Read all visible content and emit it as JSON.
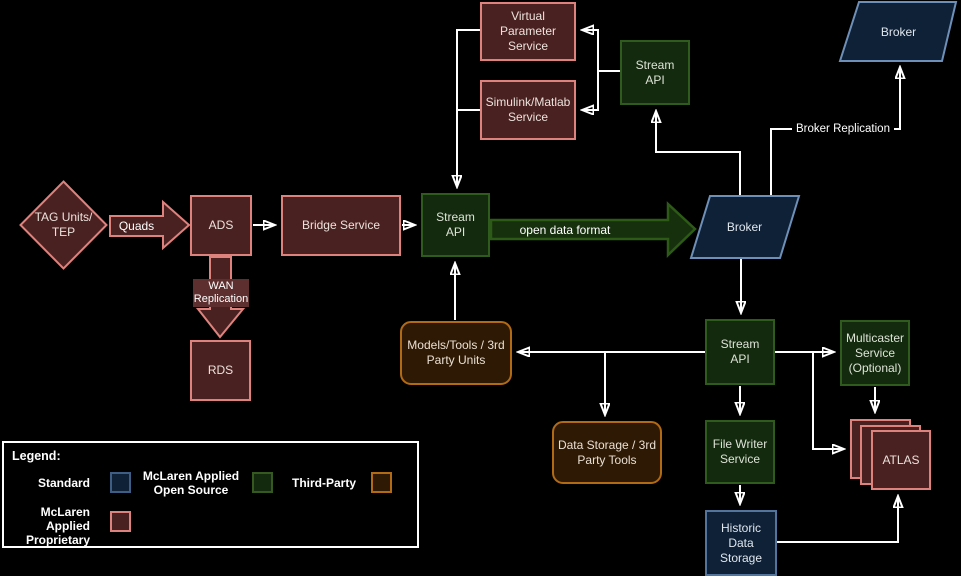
{
  "palette": {
    "background": "#000000",
    "connector": "#FFFFFF",
    "mclaren_proprietary_fill": "#4A2121",
    "mclaren_proprietary_border": "#DE827D",
    "open_source_fill": "#132A0E",
    "open_source_border": "#2F5B1C",
    "standard_fill": "#0F2136",
    "standard_border": "#6E90B8",
    "third_party_fill": "#2E1A04",
    "third_party_border": "#B26A14",
    "open_data_arrow_fill": "#16300D",
    "open_data_arrow_border": "#2D5A17",
    "wan_label_background": "#5D2F2F"
  },
  "nodes": {
    "tag_units_tep": {
      "label": "TAG Units/\nTEP"
    },
    "ads": {
      "label": "ADS"
    },
    "rds": {
      "label": "RDS"
    },
    "bridge_service": {
      "label": "Bridge Service"
    },
    "stream_api_main": {
      "label": "Stream\nAPI"
    },
    "virtual_parameter_service": {
      "label": "Virtual\nParameter\nService"
    },
    "simulink_matlab_service": {
      "label": "Simulink/Matlab\nService"
    },
    "stream_api_top": {
      "label": "Stream\nAPI"
    },
    "broker_top": {
      "label": "Broker"
    },
    "broker_main": {
      "label": "Broker"
    },
    "stream_api_right": {
      "label": "Stream\nAPI"
    },
    "multicaster_service": {
      "label": "Multicaster\nService\n(Optional)"
    },
    "models_tools": {
      "label": "Models/Tools / 3rd\nParty Units"
    },
    "data_storage": {
      "label": "Data Storage / 3rd\nParty Tools"
    },
    "file_writer_service": {
      "label": "File Writer\nService"
    },
    "historic_data_storage": {
      "label": "Historic\nData\nStorage"
    },
    "atlas": {
      "label": "ATLAS"
    }
  },
  "edge_labels": {
    "quads": "Quads",
    "wan_replication": "WAN\nReplication",
    "open_data_format": "open data format",
    "broker_replication": "Broker Replication"
  },
  "legend": {
    "title": "Legend:",
    "items": [
      {
        "label": "Standard",
        "fill": "#0F2136",
        "border": "#3F5E86"
      },
      {
        "label": "McLaren Applied\nOpen Source",
        "fill": "#132A0E",
        "border": "#36591F"
      },
      {
        "label": "Third-Party",
        "fill": "#2E1A04",
        "border": "#B26A14"
      },
      {
        "label": "McLaren Applied\nProprietary",
        "fill": "#4A2121",
        "border": "#DC837F"
      }
    ]
  }
}
